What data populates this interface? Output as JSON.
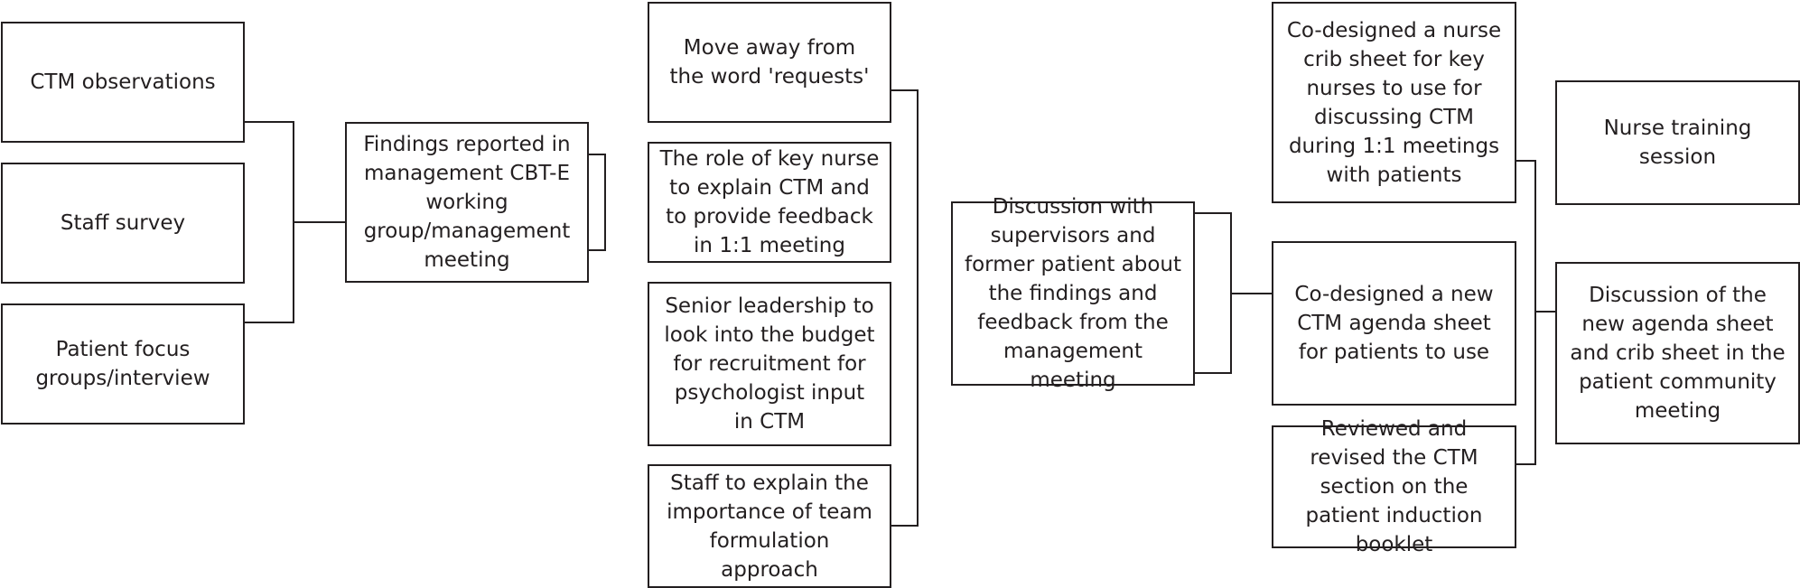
{
  "col1": [
    {
      "id": "ctm-observations",
      "text": "CTM observations"
    },
    {
      "id": "staff-survey",
      "text": "Staff survey"
    },
    {
      "id": "patient-focus",
      "text": "Patient focus groups/interview"
    }
  ],
  "col2": {
    "id": "findings-reported",
    "text": "Findings reported in management CBT-E working group/management meeting"
  },
  "col3": [
    {
      "id": "move-away",
      "text": "Move away from the word 'requests'"
    },
    {
      "id": "role-key-nurse",
      "text": "The role of key nurse to explain CTM and to provide feedback in 1:1 meeting"
    },
    {
      "id": "senior-leadership",
      "text": "Senior leadership to look into the budget for recruitment for psychologist input in CTM"
    },
    {
      "id": "staff-explain",
      "text": "Staff to explain the importance of team formulation approach"
    }
  ],
  "col4": {
    "id": "discussion-supervisors",
    "text": "Discussion with supervisors and former patient about the findings and feedback from the management meeting"
  },
  "col5": [
    {
      "id": "crib-sheet",
      "text": "Co-designed a nurse crib sheet for key nurses to use for discussing CTM during 1:1 meetings with patients"
    },
    {
      "id": "agenda-sheet",
      "text": "Co-designed a new CTM agenda sheet for patients to use"
    },
    {
      "id": "induction-booklet",
      "text": "Reviewed and revised the CTM section on the patient induction booklet"
    }
  ],
  "col6": [
    {
      "id": "nurse-training",
      "text": "Nurse training session"
    },
    {
      "id": "community-meeting",
      "text": "Discussion of the new agenda sheet and crib sheet in the patient community meeting"
    }
  ]
}
